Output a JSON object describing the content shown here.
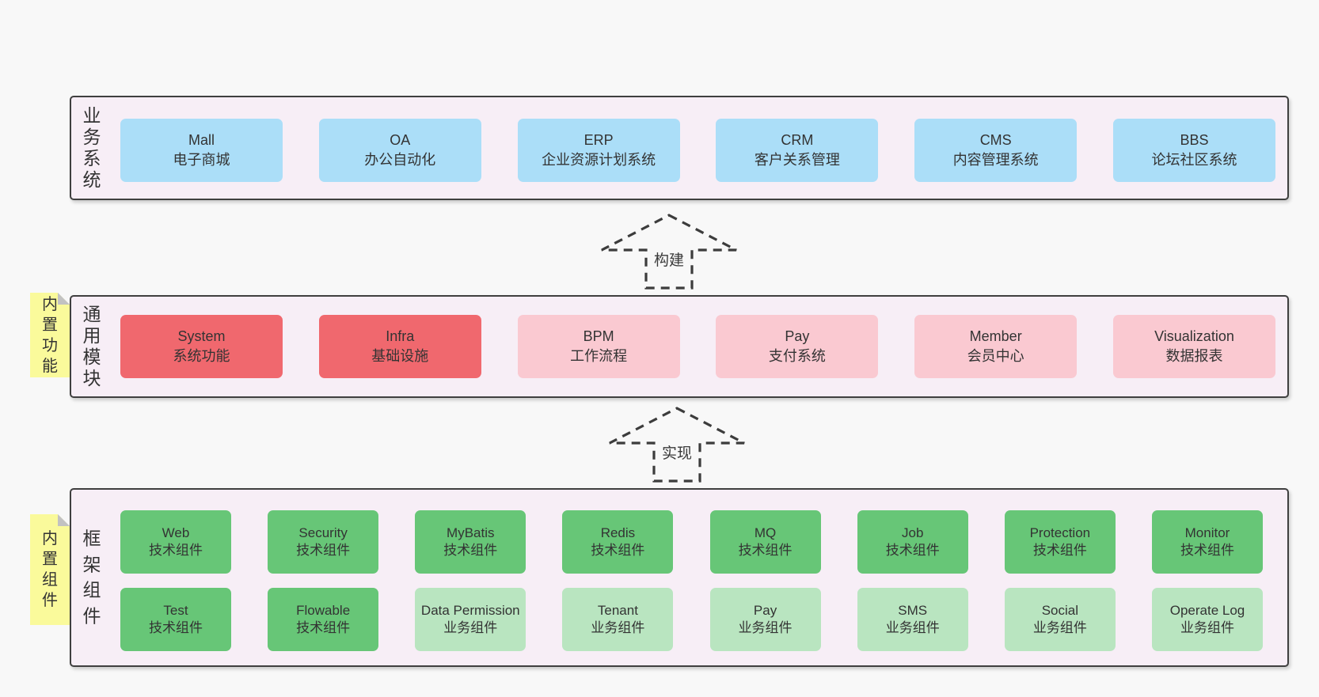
{
  "colors": {
    "page_bg": "#f8f8f8",
    "layer_bg": "#f7eef6",
    "layer_border": "#3f3f3f",
    "business_box": "#abdef8",
    "core_module_box": "#f0686e",
    "optional_module_box": "#fac9d1",
    "tech_component_box": "#67c677",
    "biz_component_box": "#b9e5c0",
    "note_bg": "#fafa9b",
    "text": "#333333"
  },
  "arrows": [
    {
      "label": "构建"
    },
    {
      "label": "实现"
    }
  ],
  "layers": [
    {
      "label": "业务系统",
      "boxes": [
        {
          "title": "Mall",
          "subtitle": "电子商城",
          "variant": "blue"
        },
        {
          "title": "OA",
          "subtitle": "办公自动化",
          "variant": "blue"
        },
        {
          "title": "ERP",
          "subtitle": "企业资源计划系统",
          "variant": "blue"
        },
        {
          "title": "CRM",
          "subtitle": "客户关系管理",
          "variant": "blue"
        },
        {
          "title": "CMS",
          "subtitle": "内容管理系统",
          "variant": "blue"
        },
        {
          "title": "BBS",
          "subtitle": "论坛社区系统",
          "variant": "blue"
        }
      ]
    },
    {
      "label": "通用模块",
      "note": "内置功能",
      "boxes": [
        {
          "title": "System",
          "subtitle": "系统功能",
          "variant": "red"
        },
        {
          "title": "Infra",
          "subtitle": "基础设施",
          "variant": "red"
        },
        {
          "title": "BPM",
          "subtitle": "工作流程",
          "variant": "pink"
        },
        {
          "title": "Pay",
          "subtitle": "支付系统",
          "variant": "pink"
        },
        {
          "title": "Member",
          "subtitle": "会员中心",
          "variant": "pink"
        },
        {
          "title": "Visualization",
          "subtitle": "数据报表",
          "variant": "pink"
        }
      ]
    },
    {
      "label": "框架组件",
      "note": "内置组件",
      "rows": [
        [
          {
            "title": "Web",
            "subtitle": "技术组件",
            "variant": "green"
          },
          {
            "title": "Security",
            "subtitle": "技术组件",
            "variant": "green"
          },
          {
            "title": "MyBatis",
            "subtitle": "技术组件",
            "variant": "green"
          },
          {
            "title": "Redis",
            "subtitle": "技术组件",
            "variant": "green"
          },
          {
            "title": "MQ",
            "subtitle": "技术组件",
            "variant": "green"
          },
          {
            "title": "Job",
            "subtitle": "技术组件",
            "variant": "green"
          },
          {
            "title": "Protection",
            "subtitle": "技术组件",
            "variant": "green"
          },
          {
            "title": "Monitor",
            "subtitle": "技术组件",
            "variant": "green"
          }
        ],
        [
          {
            "title": "Test",
            "subtitle": "技术组件",
            "variant": "green"
          },
          {
            "title": "Flowable",
            "subtitle": "技术组件",
            "variant": "green"
          },
          {
            "title": "Data Permission",
            "subtitle": "业务组件",
            "variant": "green-light"
          },
          {
            "title": "Tenant",
            "subtitle": "业务组件",
            "variant": "green-light"
          },
          {
            "title": "Pay",
            "subtitle": "业务组件",
            "variant": "green-light"
          },
          {
            "title": "SMS",
            "subtitle": "业务组件",
            "variant": "green-light"
          },
          {
            "title": "Social",
            "subtitle": "业务组件",
            "variant": "green-light"
          },
          {
            "title": "Operate Log",
            "subtitle": "业务组件",
            "variant": "green-light"
          }
        ]
      ]
    }
  ]
}
